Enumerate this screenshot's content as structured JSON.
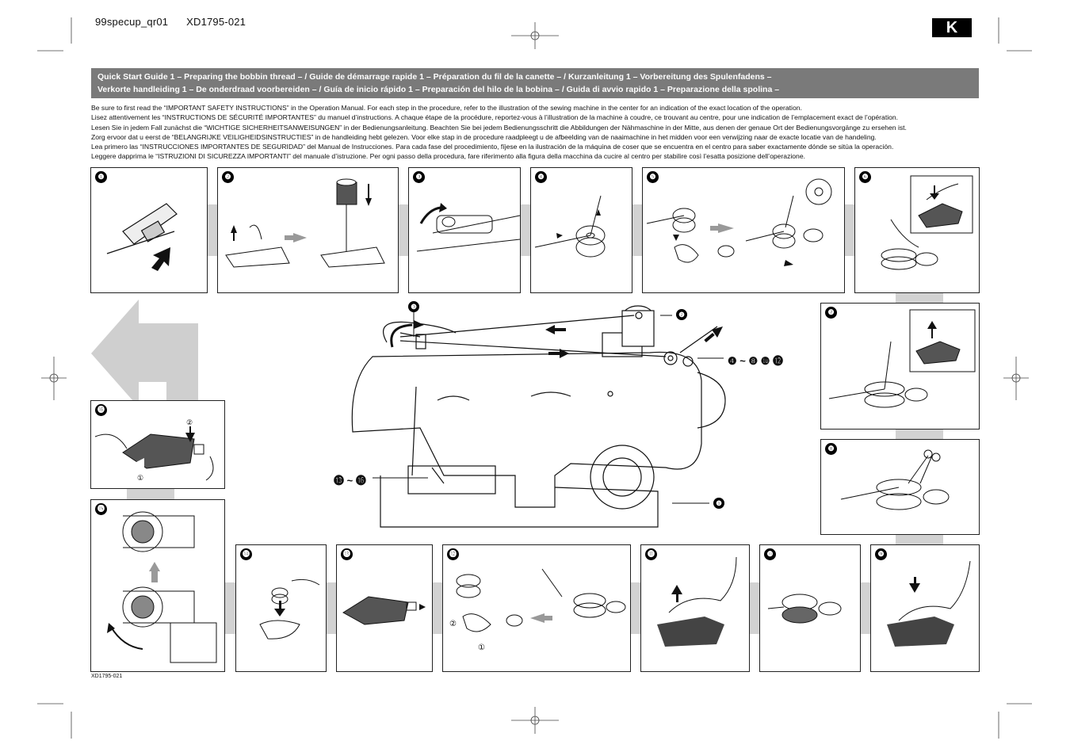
{
  "header": {
    "file_name": "99specup_qr01",
    "doc_code": "XD1795-021",
    "language_badge": "K"
  },
  "banner": {
    "line1": "Quick Start Guide 1  – Preparing the bobbin thread – / Guide de démarrage rapide 1  – Préparation du fil de la canette – / Kurzanleitung 1  – Vorbereitung des Spulenfadens –",
    "line2": "Verkorte handleiding 1  – De onderdraad voorbereiden – / Guía de inicio rápido 1  – Preparación del hilo de la bobina – / Guida di avvio rapido 1 – Preparazione della spolina –"
  },
  "intro": [
    "Be sure to first read the “IMPORTANT SAFETY INSTRUCTIONS” in the Operation Manual. For each step in the procedure, refer to the illustration of the sewing machine in the center for an indication of the exact location of the operation.",
    "Lisez attentivement les “INSTRUCTIONS DE SÉCURITÉ IMPORTANTES” du manuel d’instructions. A chaque étape de la procédure, reportez-vous à l’illustration de la machine à coudre, ce trouvant au centre, pour une indication de l’emplacement exact de l’opération.",
    "Lesen Sie in jedem Fall zunächst die “WICHTIGE SICHERHEITSANWEISUNGEN” in der Bedienungsanleitung. Beachten Sie bei jedem Bedienungsschritt die Abbildungen der Nähmaschine in der Mitte, aus denen der genaue Ort der Bedienungsvorgänge zu ersehen ist.",
    "Zorg ervoor dat u eerst de “BELANGRIJKE VEILIGHEIDSINSTRUCTIES” in de handleiding hebt gelezen. Voor elke stap in de procedure raadpleegt u de afbeelding van de naaimachine in het midden voor een verwijzing naar de exacte locatie van de handeling.",
    "Lea primero las “INSTRUCCIONES IMPORTANTES DE SEGURIDAD” del Manual de Instrucciones. Para cada fase del procedimiento, fíjese en la ilustración de la máquina de coser que se encuentra en el centro para saber exactamente dónde se sitúa la operación.",
    "Leggere dapprima le “ISTRUZIONI DI SICUREZZA IMPORTANTI” del manuale d’istruzione. Per ogni passo della procedura, fare riferimento alla figura della macchina da cucire al centro per stabilire così l’esatta posizione dell’operazione."
  ],
  "steps": [
    "❶",
    "❷",
    "❸",
    "❹",
    "❺",
    "❻",
    "❼",
    "❽",
    "❾",
    "❿",
    "⓫",
    "⓬",
    "⓭",
    "⓮",
    "⓯",
    "⓰"
  ],
  "callouts": {
    "c3": "❸",
    "c2": "❷",
    "c4_range": "❹ ~ ❽ ❿ ⓬",
    "c13_range": "⓭ ~ ⓰",
    "c1": "❶"
  },
  "sublabels": {
    "circled1": "①",
    "circled2": "②"
  },
  "footer_code": "XD1795-021",
  "colors": {
    "banner": "#7a7a7a",
    "tab_gray": "#d2d2d2",
    "big_arrow": "#cfcfcf"
  }
}
